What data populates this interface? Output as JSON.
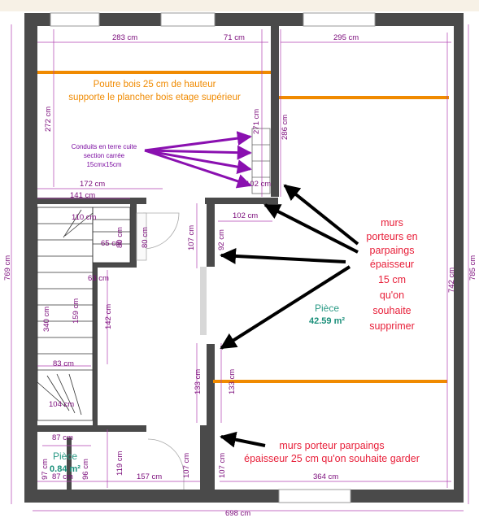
{
  "dimensions": {
    "top": [
      "283 cm",
      "71 cm",
      "295 cm"
    ],
    "bottom": [
      "157 cm",
      "364 cm",
      "698 cm"
    ],
    "left_total": "769 cm",
    "right_total": "785 cm",
    "inner_right": "742 cm",
    "room_top_left_height": "272 cm",
    "corridor_271": "271 cm",
    "room_top_right_height": "286 cm",
    "width_172": "172 cm",
    "width_141": "141 cm",
    "width_102_a": "102 cm",
    "width_102_b": "102 cm",
    "width_110": "110 cm",
    "stair_65": "65 cm",
    "stair_80a": "80 cm",
    "stair_80b": "80 cm",
    "h_107a": "107 cm",
    "h_92": "92 cm",
    "w_63": "63 cm",
    "h_142": "142 cm",
    "h_159": "159 cm",
    "h_340": "340 cm",
    "w_83": "83 cm",
    "w_104": "104 cm",
    "w_87a": "87 cm",
    "w_87b": "87 cm",
    "h_133a": "133 cm",
    "h_133b": "133 cm",
    "h_119": "119 cm",
    "h_107b": "107 cm",
    "h_107c": "107 cm",
    "h_97": "97 cm",
    "h_96": "96 cm"
  },
  "annotations": {
    "beam_line1": "Poutre bois 25 cm de hauteur",
    "beam_line2": "supporte le plancher bois etage supérieur",
    "conduits_line1": "Conduits en terre cuite",
    "conduits_line2": "section carrée",
    "conduits_line3": "15cmx15cm",
    "walls_remove": [
      "murs",
      "porteurs en",
      "parpaings",
      "épaisseur",
      "15 cm",
      "qu'on",
      "souhaite",
      "supprimer"
    ],
    "walls_keep_line1": "murs porteur parpaings",
    "walls_keep_line2": "épaisseur 25 cm qu'on souhaite garder"
  },
  "rooms": {
    "main_name": "Pièce",
    "main_area": "42.59 m²",
    "small_name": "Pièce",
    "small_area": "0.84 m²"
  },
  "colors": {
    "wall": "#4a4a4a",
    "dimension": "#b040b0",
    "beam": "#f08a00",
    "red_note": "#e8203a",
    "room_label": "#2a9a85",
    "conduit_arrow": "#8a10b0"
  }
}
